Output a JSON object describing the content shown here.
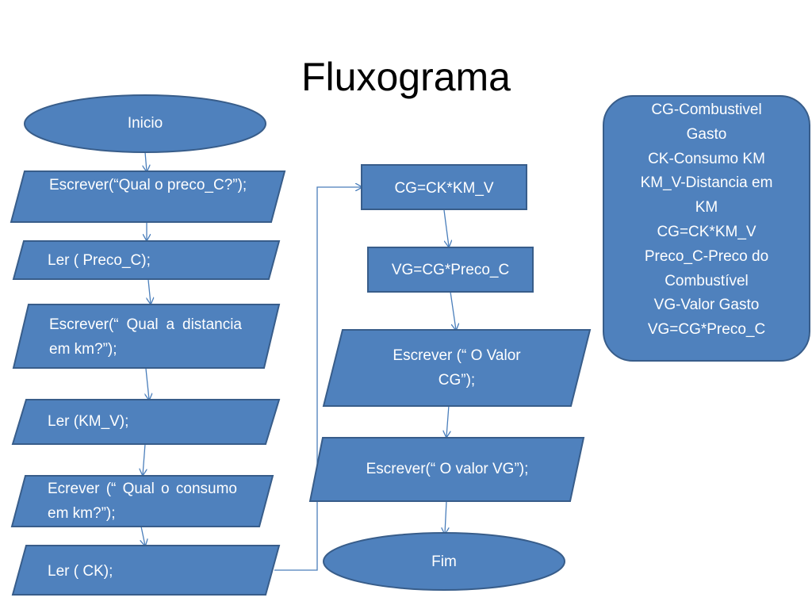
{
  "title": "Fluxograma",
  "flowchart": {
    "inicio": "Inicio",
    "escrever_preco": "Escrever(“Qual o preco_C?”);",
    "ler_preco": "Ler ( Preco_C);",
    "escrever_distancia": "Escrever(“ Qual a distancia em km?”);",
    "ler_kmv": "Ler (KM_V);",
    "escrever_consumo": "Ecrever (“ Qual o consumo em km?”);",
    "ler_ck": "Ler ( CK);",
    "calc_cg": "CG=CK*KM_V",
    "calc_vg": "VG=CG*Preco_C",
    "escrever_cg": "Escrever (“ O Valor CG”);",
    "escrever_vg": "Escrever(“ O valor VG”);",
    "fim": "Fim"
  },
  "legend": {
    "lines": [
      "CG-Combustivel",
      "Gasto",
      "CK-Consumo KM",
      "KM_V-Distancia em",
      "KM",
      "CG=CK*KM_V",
      "Preco_C-Preco do",
      "Combustível",
      "VG-Valor Gasto",
      "VG=CG*Preco_C"
    ]
  },
  "colors": {
    "fill": "#4f81bd",
    "stroke": "#385d8a",
    "connector": "#4a7ebb",
    "text": "#ffffff"
  }
}
